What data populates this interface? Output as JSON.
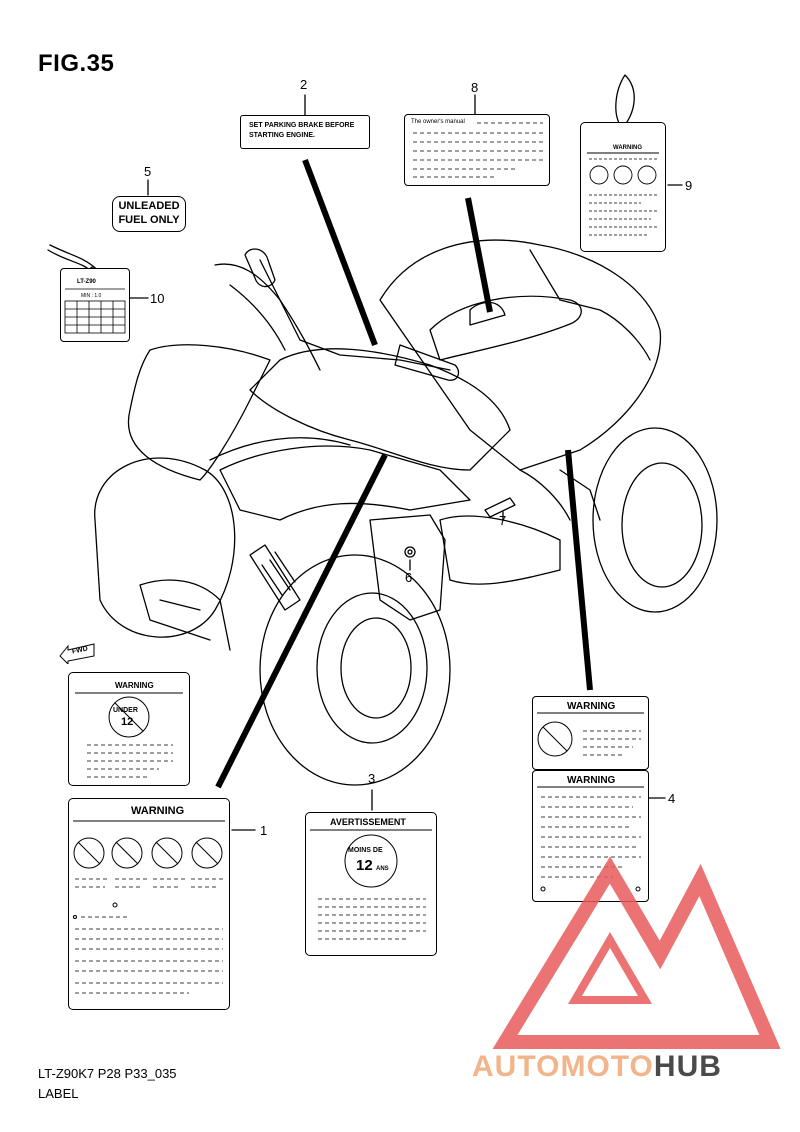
{
  "figure": {
    "title": "FIG.35",
    "code": "LT-Z90K7 P28 P33_035",
    "caption": "LABEL"
  },
  "callouts": [
    "1",
    "2",
    "3",
    "4",
    "5",
    "6",
    "7",
    "8",
    "9",
    "10"
  ],
  "labels": {
    "parking_brake": {
      "line1": "SET PARKING BRAKE BEFORE",
      "line2": "STARTING ENGINE."
    },
    "fuel": {
      "line1": "UNLEADED",
      "line2": "FUEL ONLY"
    },
    "owners_manual": "The owner's manual",
    "hang_tag_title": "LT-Z90",
    "hang_tag_sub": "MIN : 1.0",
    "warning": "WARNING",
    "avertissement": "AVERTISSEMENT",
    "under": "UNDER",
    "under_age": "12",
    "moins_de": "MOINS DE",
    "ans_age": "12",
    "ans": "ANS",
    "fwd": "FWD"
  },
  "watermark": {
    "part1": "AUTOMOTO",
    "part2": "HUB",
    "color1": "#f2b48a",
    "color2": "#4a4a4a",
    "logo_color": "#e85a5a"
  }
}
